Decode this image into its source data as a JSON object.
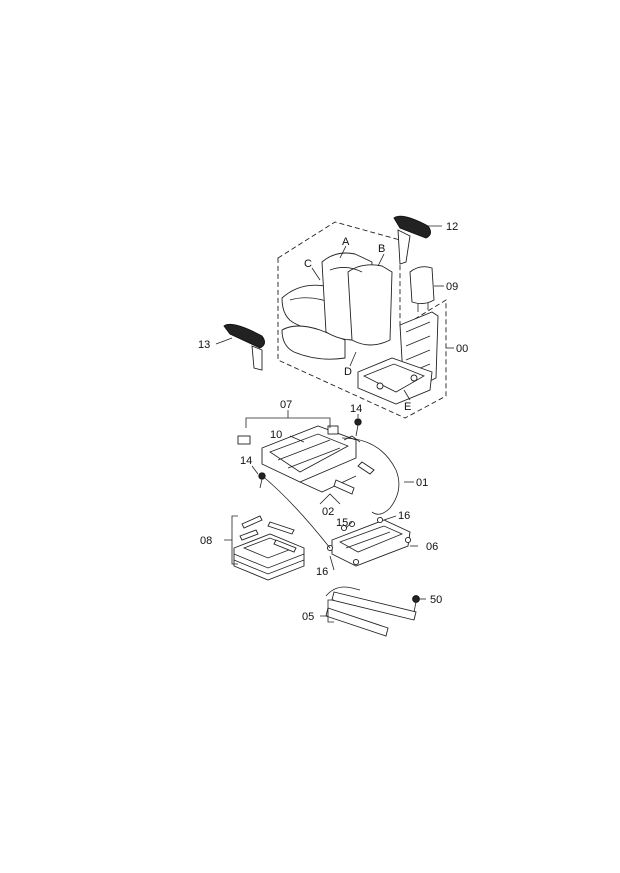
{
  "labels": {
    "p12": "12",
    "pA": "A",
    "pB": "B",
    "pC": "C",
    "p09": "09",
    "p13": "13",
    "p00": "00",
    "pD": "D",
    "pE": "E",
    "p07": "07",
    "p14a": "14",
    "p10": "10",
    "p14b": "14",
    "p01": "01",
    "p02": "02",
    "p16a": "16",
    "p15": "15",
    "p08": "08",
    "p06": "06",
    "p16b": "16",
    "p50": "50",
    "p05": "05"
  }
}
